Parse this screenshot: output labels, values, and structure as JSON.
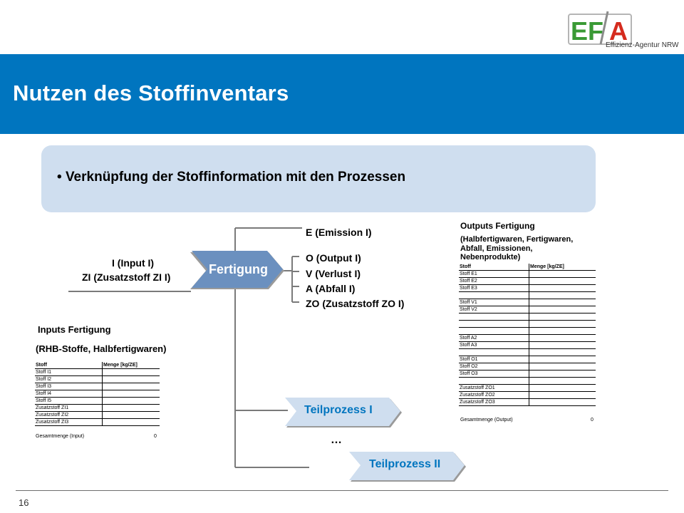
{
  "header": {
    "title": "Nutzen des Stoffinventars",
    "band_color": "#0075bf"
  },
  "logo": {
    "letters_left": "EF",
    "letters_right": "A",
    "tagline": "Effizienz-Agentur NRW",
    "color_green": "#3a9a35",
    "color_red": "#d52b1e"
  },
  "bullet": {
    "text": "Verknüpfung der Stoffinformation mit den Prozessen"
  },
  "diagram": {
    "process_main": "Fertigung",
    "input_line1": "I (Input I)",
    "input_line2": "ZI (Zusatzstoff ZI I)",
    "outputs": [
      "E (Emission I)",
      "O (Output I)",
      "V (Verlust I)",
      "A (Abfall I)",
      "ZO (Zusatzstoff ZO I)"
    ],
    "subprocess_1": "Teilprozess I",
    "subprocess_2": "Teilprozess II",
    "ellipsis": "…"
  },
  "inputs_table": {
    "heading1": "Inputs Fertigung",
    "heading2": "(RHB-Stoffe, Halbfertigwaren)",
    "col_stoff": "Stoff",
    "col_menge": "Menge [kg/ZE]",
    "rows": [
      "Stoff I1",
      "Stoff I2",
      "Stoff I3",
      "Stoff I4",
      "Stoff I5",
      "Zusatzstoff ZI1",
      "Zusatzstoff ZI2",
      "Zusatzstoff ZI3"
    ],
    "total_label": "Gesamtmenge (Input)",
    "total_value": "0"
  },
  "outputs_table": {
    "heading1": "Outputs Fertigung",
    "heading2": "(Halbfertigwaren, Fertigwaren,",
    "heading3": "Abfall, Emissionen,",
    "heading4": "Nebenprodukte)",
    "col_stoff": "Stoff",
    "col_menge": "Menge [kg/ZE]",
    "rows": [
      "Stoff E1",
      "Stoff E2",
      "Stoff E3",
      "",
      "Stoff V1",
      "Stoff V2",
      "",
      "",
      "",
      "Stoff A2",
      "Stoff A3",
      "",
      "Stoff O1",
      "Stoff O2",
      "Stoff O3",
      "",
      "Zusatzstoff ZO1",
      "Zusatzstoff ZO2",
      "Zusatzstoff ZO3"
    ],
    "total_label": "Gesamtmenge (Output)",
    "total_value": "0"
  },
  "footer": {
    "page_number": "16"
  }
}
